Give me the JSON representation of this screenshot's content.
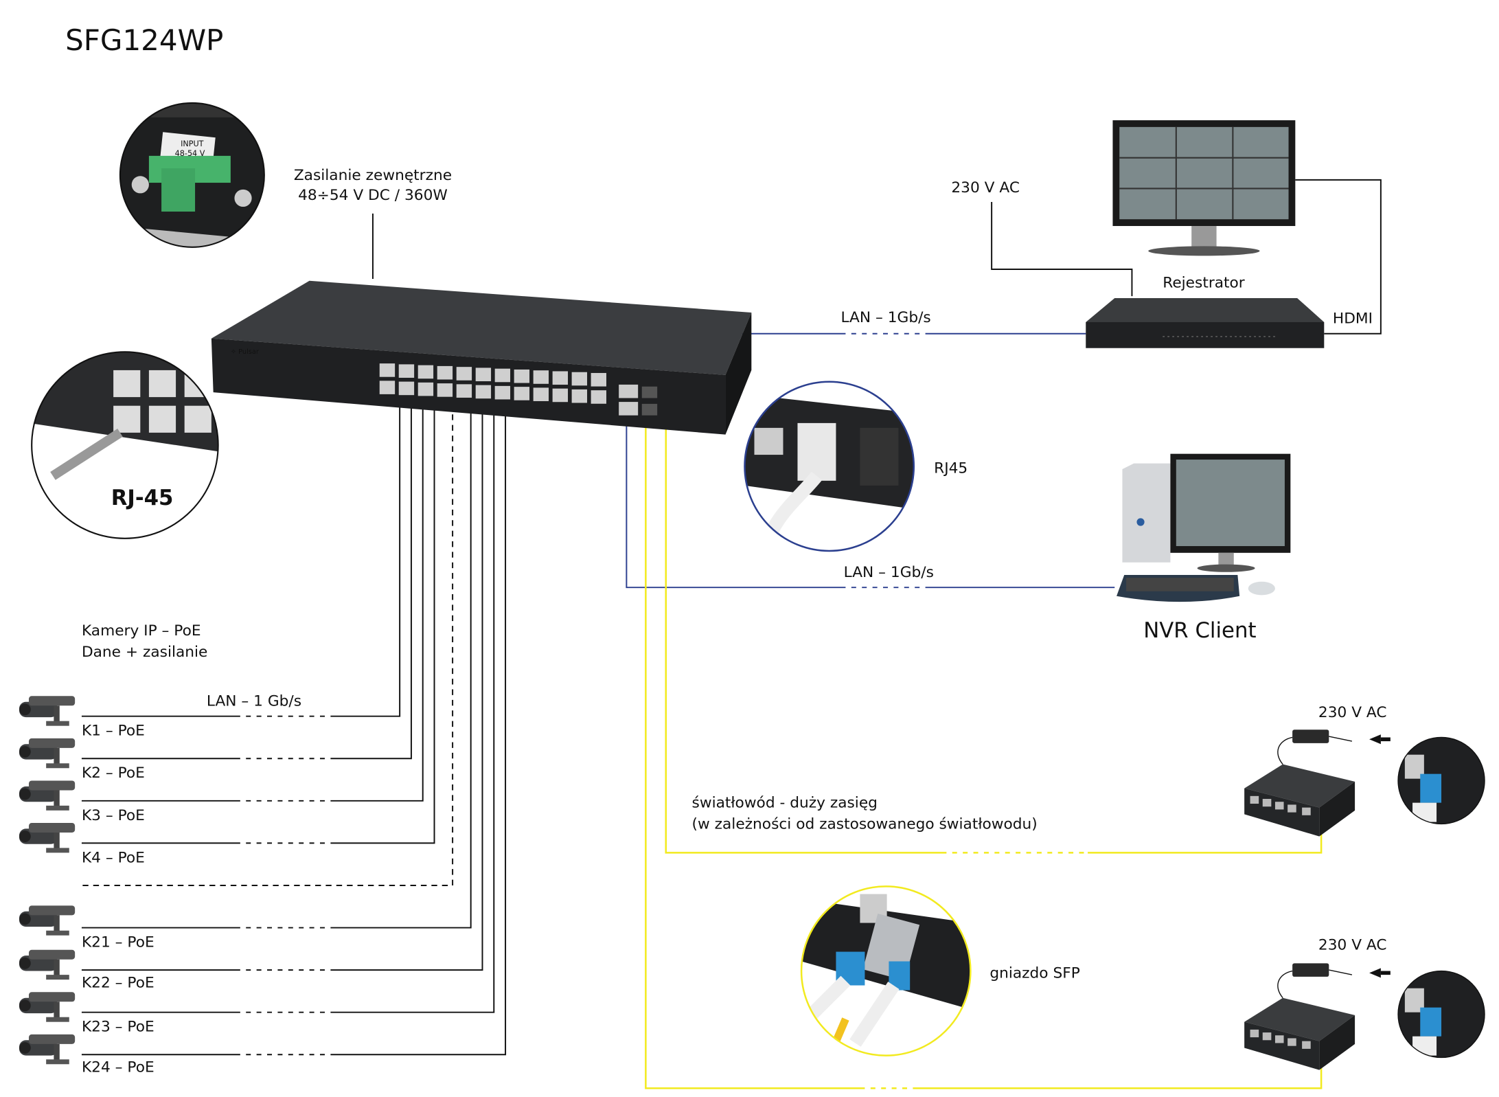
{
  "title": "SFG124WP",
  "power": {
    "line1": "Zasilanie zewnętrzne",
    "line2": "48÷54 V DC / 360W",
    "inset_label_top": "INPUT",
    "inset_label_bottom": "48-54 V"
  },
  "rj45_inset": {
    "label": "RJ-45"
  },
  "rj45_label": "RJ45",
  "sfp_label": "gniazdo SFP",
  "cameras": {
    "heading1": "Kamery IP – PoE",
    "heading2": "Dane + zasilanie",
    "lan_label": "LAN – 1 Gb/s",
    "items": [
      "K1 – PoE",
      "K2 – PoE",
      "K3 – PoE",
      "K4 – PoE",
      "K21 – PoE",
      "K22 – PoE",
      "K23 – PoE",
      "K24 – PoE"
    ]
  },
  "recorder": {
    "label": "Rejestrator",
    "power": "230 V AC",
    "hdmi": "HDMI",
    "lan_label": "LAN – 1Gb/s"
  },
  "client": {
    "label": "NVR Client",
    "lan_label": "LAN – 1Gb/s"
  },
  "fiber": {
    "line1": "światłowód - duży zasięg",
    "line2": "(w zależności od zastosowanego światłowodu)"
  },
  "remote_switches": [
    {
      "power": "230 V AC"
    },
    {
      "power": "230 V AC"
    }
  ],
  "colors": {
    "lan": "#2b3f8f",
    "fiber": "#f2ea1f",
    "copper": "#111111",
    "device": "#2a2c2e"
  }
}
